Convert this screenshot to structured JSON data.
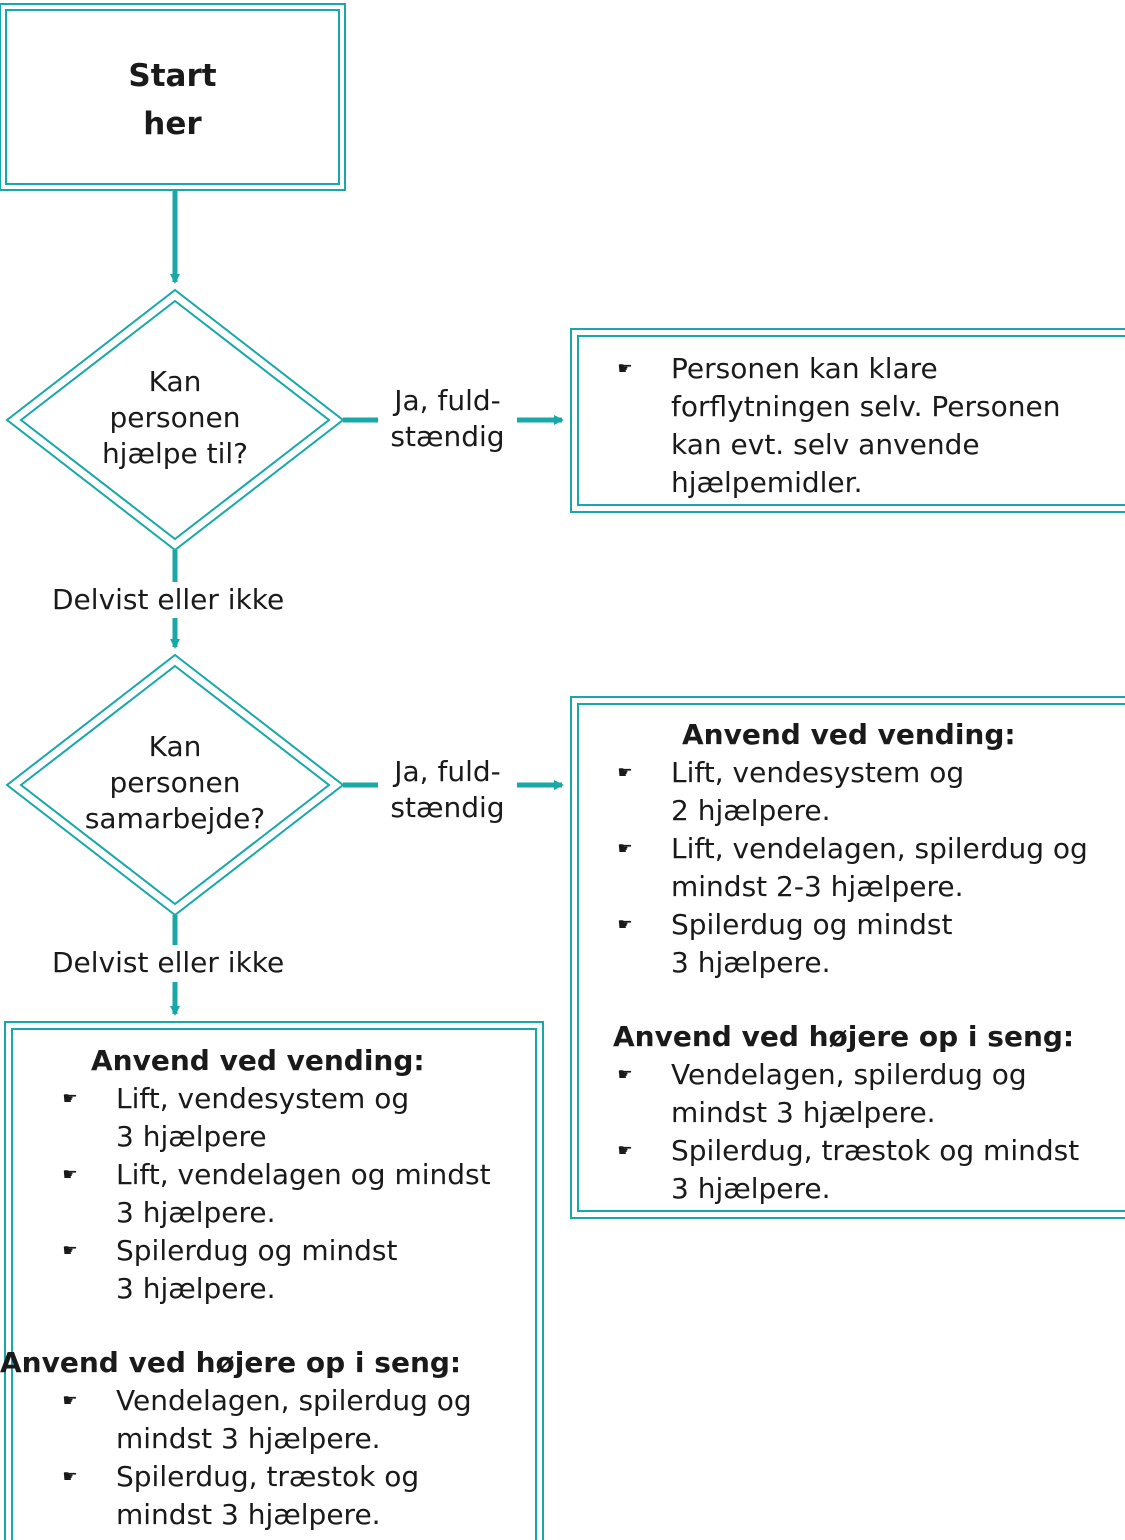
{
  "colors": {
    "accent": "#18a8a8",
    "text": "#1a1a1a"
  },
  "start": {
    "line1": "Start",
    "line2": "her"
  },
  "decision1": {
    "line1": "Kan",
    "line2": "personen",
    "line3": "hjælpe til?"
  },
  "decision1_yes": {
    "line1": "Ja, fuld-",
    "line2": "stændig"
  },
  "decision1_no": "Delvist eller ikke",
  "result1": {
    "bullet_icon": "hand-pointing-icon",
    "lines": [
      "Personen kan klare",
      "forflytningen selv. Personen",
      "kan evt. selv anvende",
      "hjælpemidler."
    ]
  },
  "decision2": {
    "line1": "Kan",
    "line2": "personen",
    "line3": "samarbejde?"
  },
  "decision2_yes": {
    "line1": "Ja, fuld-",
    "line2": "stændig"
  },
  "decision2_no": "Delvist eller ikke",
  "result2": {
    "heading_turning": "Anvend ved vending:",
    "turning": [
      {
        "l1": "Lift, vendesystem og",
        "l2": "2 hjælpere."
      },
      {
        "l1": "Lift, vendelagen, spilerdug og",
        "l2": "mindst 2-3 hjælpere."
      },
      {
        "l1": "Spilerdug og mindst",
        "l2": "3 hjælpere."
      }
    ],
    "heading_higher": "Anvend ved højere op i seng:",
    "higher": [
      {
        "l1": "Vendelagen, spilerdug og",
        "l2": "mindst 3 hjælpere."
      },
      {
        "l1": "Spilerdug, træstok og mindst",
        "l2": "3 hjælpere."
      }
    ]
  },
  "result3": {
    "heading_turning": "Anvend ved vending:",
    "turning": [
      {
        "l1": "Lift, vendesystem og",
        "l2": "3 hjælpere"
      },
      {
        "l1": "Lift, vendelagen og mindst",
        "l2": "3 hjælpere."
      },
      {
        "l1": "Spilerdug og mindst",
        "l2": "3 hjælpere."
      }
    ],
    "heading_higher": "Anvend ved højere op i seng:",
    "higher": [
      {
        "l1": "Vendelagen, spilerdug og",
        "l2": "mindst 3 hjælpere."
      },
      {
        "l1": "Spilerdug, træstok og",
        "l2": "mindst 3 hjælpere."
      }
    ]
  }
}
